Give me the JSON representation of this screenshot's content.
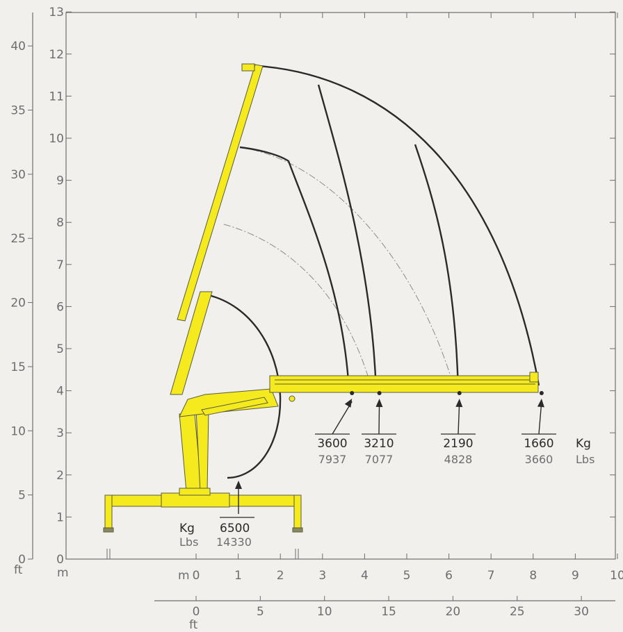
{
  "axes": {
    "left_ft": {
      "unit": "ft",
      "ticks": [
        "0",
        "5",
        "10",
        "15",
        "20",
        "25",
        "30",
        "35",
        "40"
      ]
    },
    "left_m": {
      "unit": "m",
      "ticks": [
        "0",
        "1",
        "2",
        "3",
        "4",
        "5",
        "6",
        "7",
        "8",
        "9",
        "10",
        "11",
        "12",
        "13"
      ]
    },
    "bottom_m": {
      "unit": "m",
      "ticks": [
        "0",
        "1",
        "2",
        "3",
        "4",
        "5",
        "6",
        "7",
        "8",
        "9",
        "10"
      ]
    },
    "bottom_ft": {
      "unit": "ft",
      "ticks": [
        "0",
        "5",
        "10",
        "15",
        "20",
        "25",
        "30"
      ]
    }
  },
  "loads": [
    {
      "kg": "3600",
      "lbs": "7937",
      "reach_m": 3.7
    },
    {
      "kg": "3210",
      "lbs": "7077",
      "reach_m": 4.35
    },
    {
      "kg": "2190",
      "lbs": "4828",
      "reach_m": 6.25
    },
    {
      "kg": "1660",
      "lbs": "3660",
      "reach_m": 8.2
    }
  ],
  "units_labels": {
    "kg": "Kg",
    "lbs": "Lbs"
  },
  "base_load": {
    "kg": "6500",
    "lbs": "14330",
    "label_kg": "Kg",
    "label_lbs": "Lbs"
  },
  "colors": {
    "boom": "#f4ea1e",
    "outline": "#2a2a2a",
    "grid": "#6d6d70"
  }
}
